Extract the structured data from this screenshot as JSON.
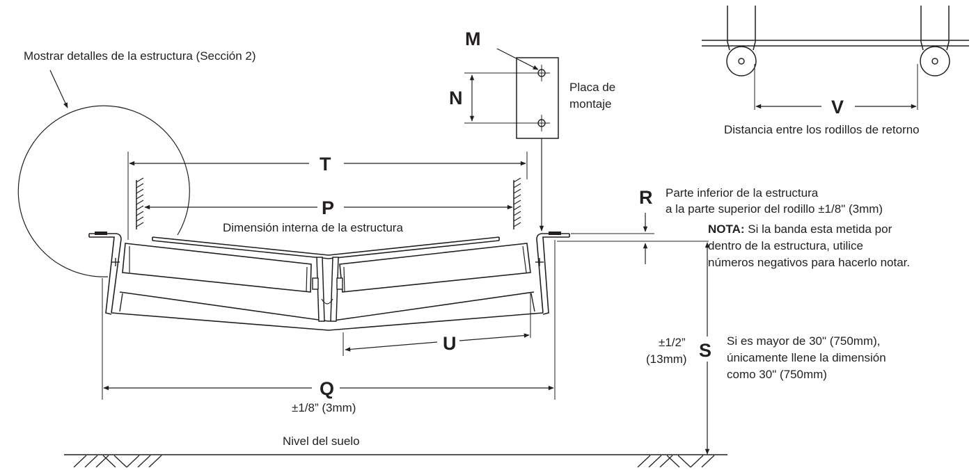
{
  "labels": {
    "M": "M",
    "N": "N",
    "T": "T",
    "P": "P",
    "R": "R",
    "S": "S",
    "U": "U",
    "Q": "Q",
    "V": "V"
  },
  "annotations": {
    "structure_details": "Mostrar detalles de la estructura (Sección 2)",
    "mounting_plate_line1": "Placa de",
    "mounting_plate_line2": "montaje",
    "return_rollers": "Distancia entre los rodillos de retorno",
    "internal_dimension": "Dimensión interna de la estructura",
    "r_line1": "Parte inferior de la estructura",
    "r_line2": "a la parte superior del rodillo  ±1/8\" (3mm)",
    "note_bold": "NOTA:",
    "note_line1": " Si la banda esta metida por",
    "note_line2": "dentro de la estructura, utilice",
    "note_line3": "números negativos para hacerlo notar.",
    "s_tol_line1": "±1/2”",
    "s_tol_line2": "(13mm)",
    "s_note_line1": "Si es mayor de 30\" (750mm),",
    "s_note_line2": "únicamente llene la dimensión",
    "s_note_line3": "como 30\" (750mm)",
    "q_tol": "±1/8” (3mm)",
    "floor": "Nivel del suelo"
  }
}
